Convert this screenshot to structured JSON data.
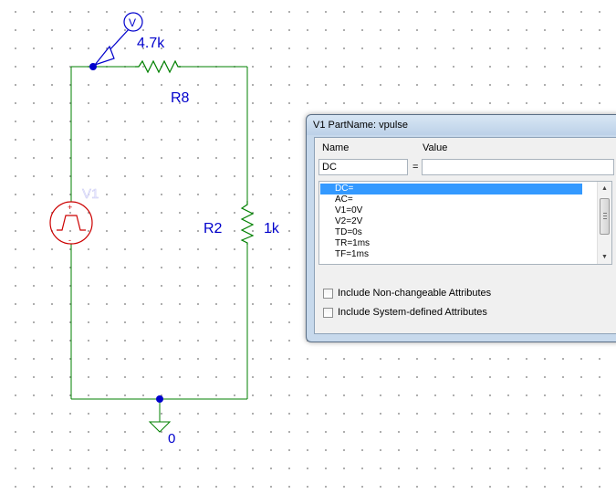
{
  "schematic": {
    "probe_label": "V",
    "r8_value": "4.7k",
    "r8_name": "R8",
    "r2_name": "R2",
    "r2_value": "1k",
    "source_name": "V1",
    "source_plus": "+",
    "source_minus": "-",
    "ground_label": "0",
    "colors": {
      "wire": "#008000",
      "label": "#0000cc",
      "source": "#cc0000",
      "node": "#0000cc"
    }
  },
  "dialog": {
    "title": "V1   PartName: vpulse",
    "name_header": "Name",
    "value_header": "Value",
    "name_value": "DC",
    "equals": "=",
    "value_value": "",
    "attributes": [
      "DC=",
      "AC=",
      "V1=0V",
      "V2=2V",
      "TD=0s",
      "TR=1ms",
      "TF=1ms"
    ],
    "selected_index": 0,
    "scroll_up": "▲",
    "scroll_down": "▼",
    "checkbox_nonchangeable": "Include Non-changeable Attributes",
    "checkbox_system": "Include System-defined Attributes",
    "checkbox_nonchangeable_checked": false,
    "checkbox_system_checked": false
  }
}
